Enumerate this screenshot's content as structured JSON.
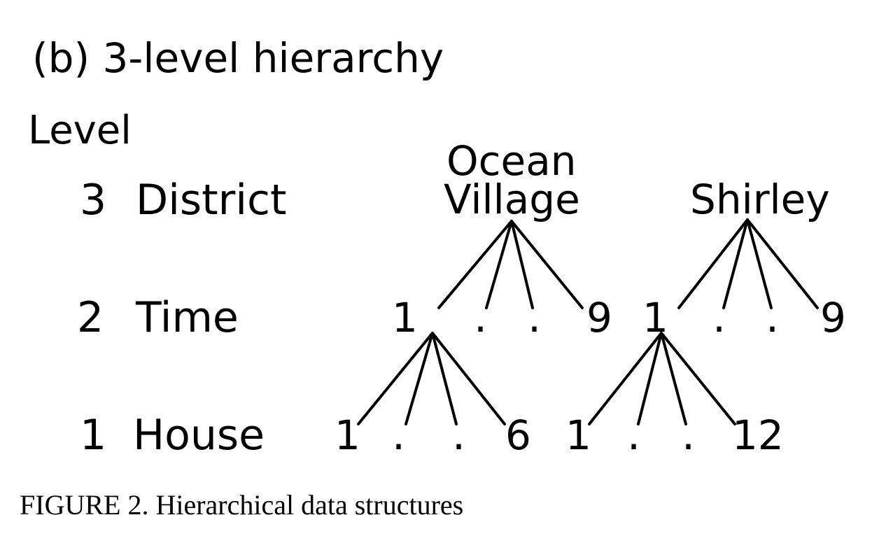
{
  "title": "(b) 3-level hierarchy",
  "level_header": "Level",
  "levels": [
    {
      "number": "3",
      "name": "District"
    },
    {
      "number": "2",
      "name": "Time"
    },
    {
      "number": "1",
      "name": "House"
    }
  ],
  "districts": [
    {
      "name_lines": [
        "Ocean",
        "Village"
      ],
      "times": {
        "first": "1",
        "last": "9"
      },
      "houses": {
        "first": "1",
        "last": "6"
      }
    },
    {
      "name_lines": [
        "Shirley"
      ],
      "times": {
        "first": "1",
        "last": "9"
      },
      "houses": {
        "first": "1",
        "last": "12"
      }
    }
  ],
  "ellipsis_dot": ".",
  "caption": "FIGURE 2. Hierarchical data structures"
}
